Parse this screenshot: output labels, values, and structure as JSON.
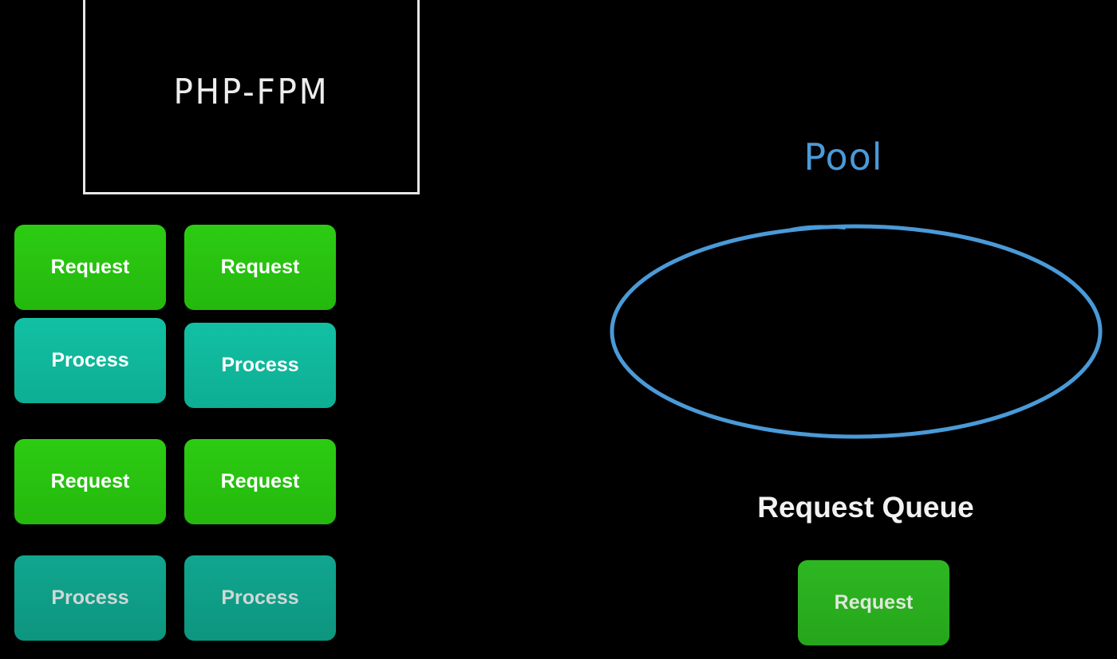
{
  "server": {
    "title": "PHP-FPM"
  },
  "pool": {
    "label": "Pool",
    "color": "#4a9ad8"
  },
  "queue": {
    "title": "Request Queue",
    "item_label": "Request"
  },
  "grid": {
    "left_column": [
      "Request",
      "Process",
      "Request",
      "Process"
    ],
    "right_column": [
      "Request",
      "Process",
      "Request",
      "Process"
    ]
  },
  "colors": {
    "background": "#000000",
    "request_green": "#2ccc12",
    "process_teal": "#12c0a3",
    "box_border": "#e6e6e6"
  }
}
